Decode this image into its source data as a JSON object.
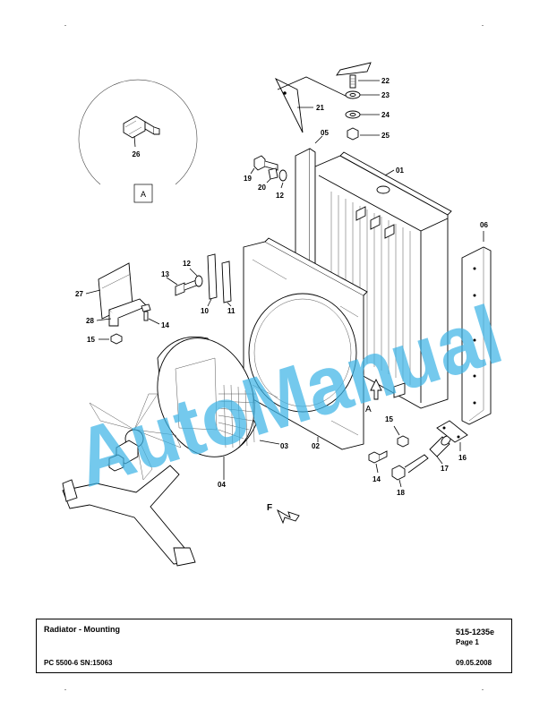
{
  "title_block": {
    "title": "Radiator - Mounting",
    "doc_number": "515-1235e",
    "page": "Page 1",
    "machine": "PC 5500-6 SN:15063",
    "date": "09.05.2008"
  },
  "watermark": "AutoManual",
  "detail_view": {
    "label": "A",
    "part": "26"
  },
  "view_marker": "A",
  "direction_marker": "F",
  "callouts": {
    "p01": "01",
    "p02": "02",
    "p03": "03",
    "p04": "04",
    "p05": "05",
    "p06": "06",
    "p10": "10",
    "p11": "11",
    "p12a": "12",
    "p12b": "12",
    "p13": "13",
    "p14a": "14",
    "p14b": "14",
    "p15a": "15",
    "p15b": "15",
    "p16": "16",
    "p17": "17",
    "p18": "18",
    "p19": "19",
    "p20": "20",
    "p21": "21",
    "p22": "22",
    "p23": "23",
    "p24": "24",
    "p25": "25",
    "p26": "26",
    "p27": "27",
    "p28": "28"
  }
}
